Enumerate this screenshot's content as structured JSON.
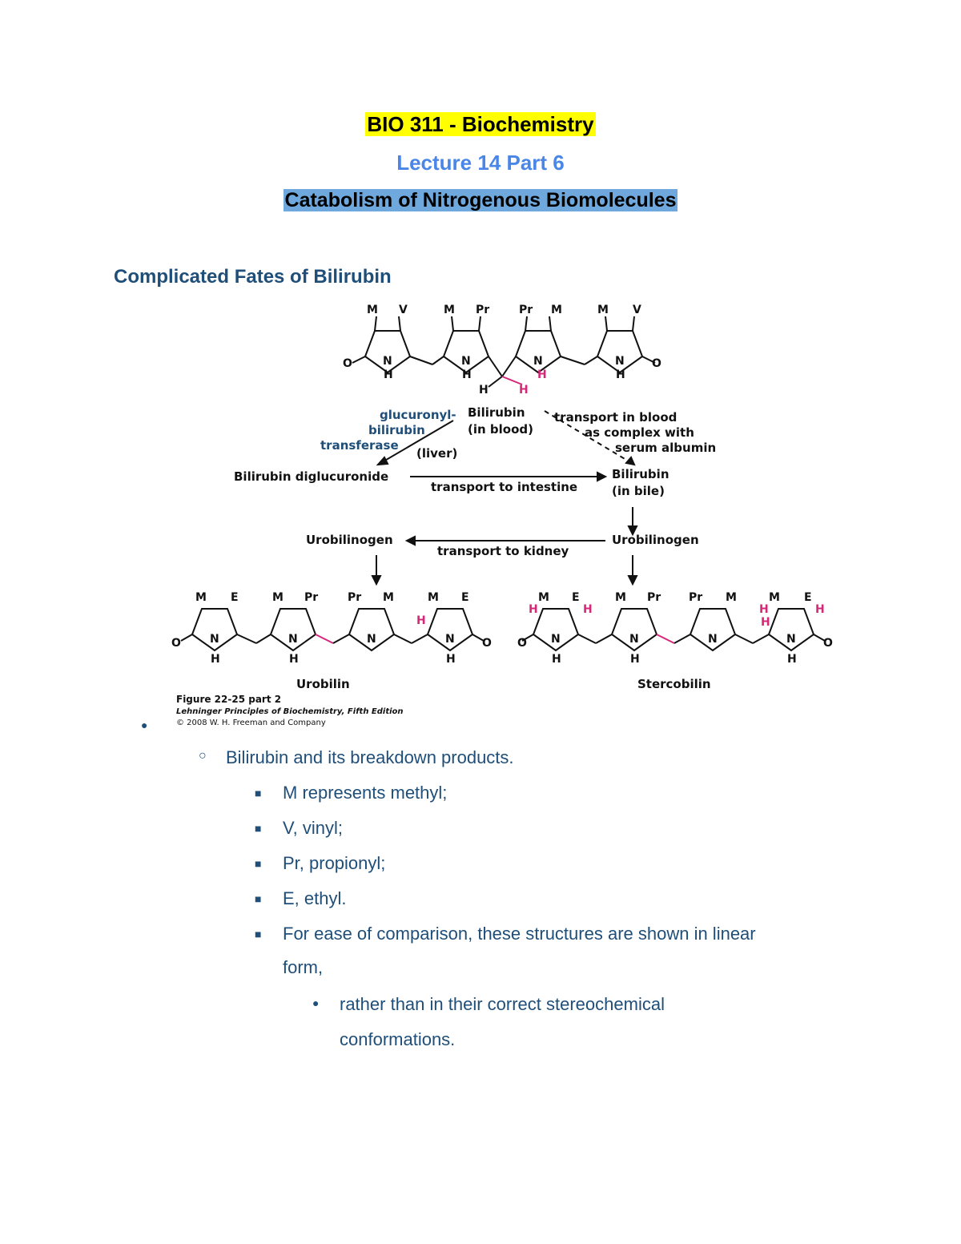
{
  "header": {
    "course": "BIO 311 - Biochemistry",
    "lecture": "Lecture 14 Part 6",
    "topic": "Catabolism of Nitrogenous Biomolecules"
  },
  "section": {
    "heading": "Complicated Fates of Bilirubin"
  },
  "figure": {
    "bilirubin_label": "Bilirubin",
    "in_blood": "(in blood)",
    "enzyme_line1": "glucuronyl-",
    "enzyme_line2": "bilirubin",
    "enzyme_line3": "transferase",
    "liver": "(liver)",
    "transport_blood_1": "transport in blood",
    "transport_blood_2": "as complex with",
    "transport_blood_3": "serum albumin",
    "diglucuronide": "Bilirubin diglucuronide",
    "transport_intestine": "transport to intestine",
    "bilirubin_bile_1": "Bilirubin",
    "bilirubin_bile_2": "(in bile)",
    "urobilinogen_left": "Urobilinogen",
    "urobilinogen_right": "Urobilinogen",
    "transport_kidney": "transport to kidney",
    "urobilin": "Urobilin",
    "stercobilin": "Stercobilin",
    "caption_1": "Figure 22-25 part 2",
    "caption_2": "Lehninger Principles of Biochemistry, Fifth Edition",
    "caption_3": "© 2008 W. H. Freeman and Company",
    "top_subs": [
      "M",
      "V",
      "M",
      "Pr",
      "Pr",
      "M",
      "M",
      "V"
    ],
    "bottom_left_subs": [
      "M",
      "E",
      "M",
      "Pr",
      "Pr",
      "M",
      "M",
      "E"
    ],
    "bottom_right_subs": [
      "M",
      "E",
      "M",
      "Pr",
      "Pr",
      "M",
      "M",
      "E"
    ],
    "atom_N": "N",
    "atom_H": "H",
    "atom_O": "O"
  },
  "bullets": {
    "l1": "Bilirubin and its breakdown products.",
    "l2a": "M represents methyl;",
    "l2b": "V, vinyl;",
    "l2c": "Pr, propionyl;",
    "l2d": "E, ethyl.",
    "l2e_line1": "For ease of comparison, these structures are shown in linear",
    "l2e_line2": "form,",
    "l3_line1": "rather than in their correct stereochemical",
    "l3_line2": "conformations."
  },
  "colors": {
    "title_highlight": "#ffff00",
    "subtitle": "#4a86e8",
    "topic_highlight": "#6fa8dc",
    "heading": "#1f4e79",
    "figure_accent": "#d6287a"
  }
}
